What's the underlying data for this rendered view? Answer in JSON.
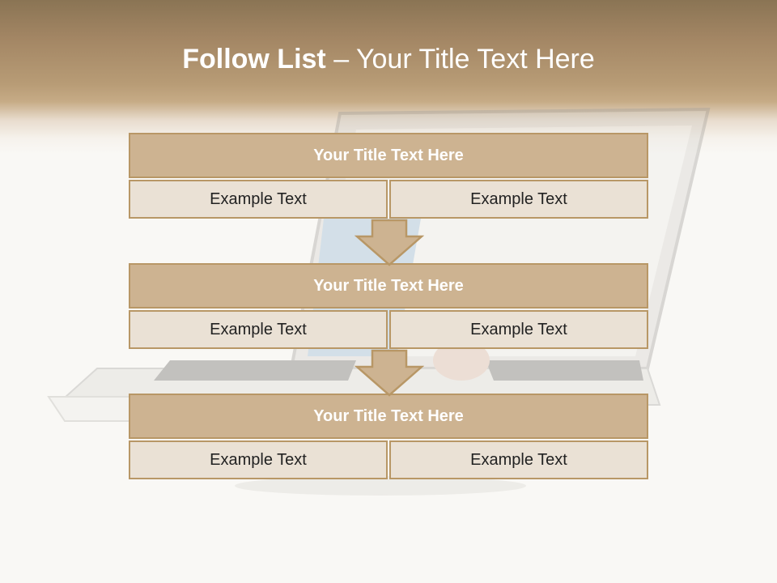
{
  "slide": {
    "title_bold": "Follow List",
    "title_rest": " – Your Title Text Here"
  },
  "blocks": [
    {
      "title": "Your Title Text Here",
      "left": "Example Text",
      "right": "Example Text"
    },
    {
      "title": "Your Title Text Here",
      "left": "Example Text",
      "right": "Example Text"
    },
    {
      "title": "Your Title Text Here",
      "left": "Example Text",
      "right": "Example Text"
    }
  ],
  "colors": {
    "header_brown": "#a38664",
    "block_title_fill": "#cdb391",
    "block_cell_fill": "#eae1d5",
    "border": "#b89766"
  }
}
